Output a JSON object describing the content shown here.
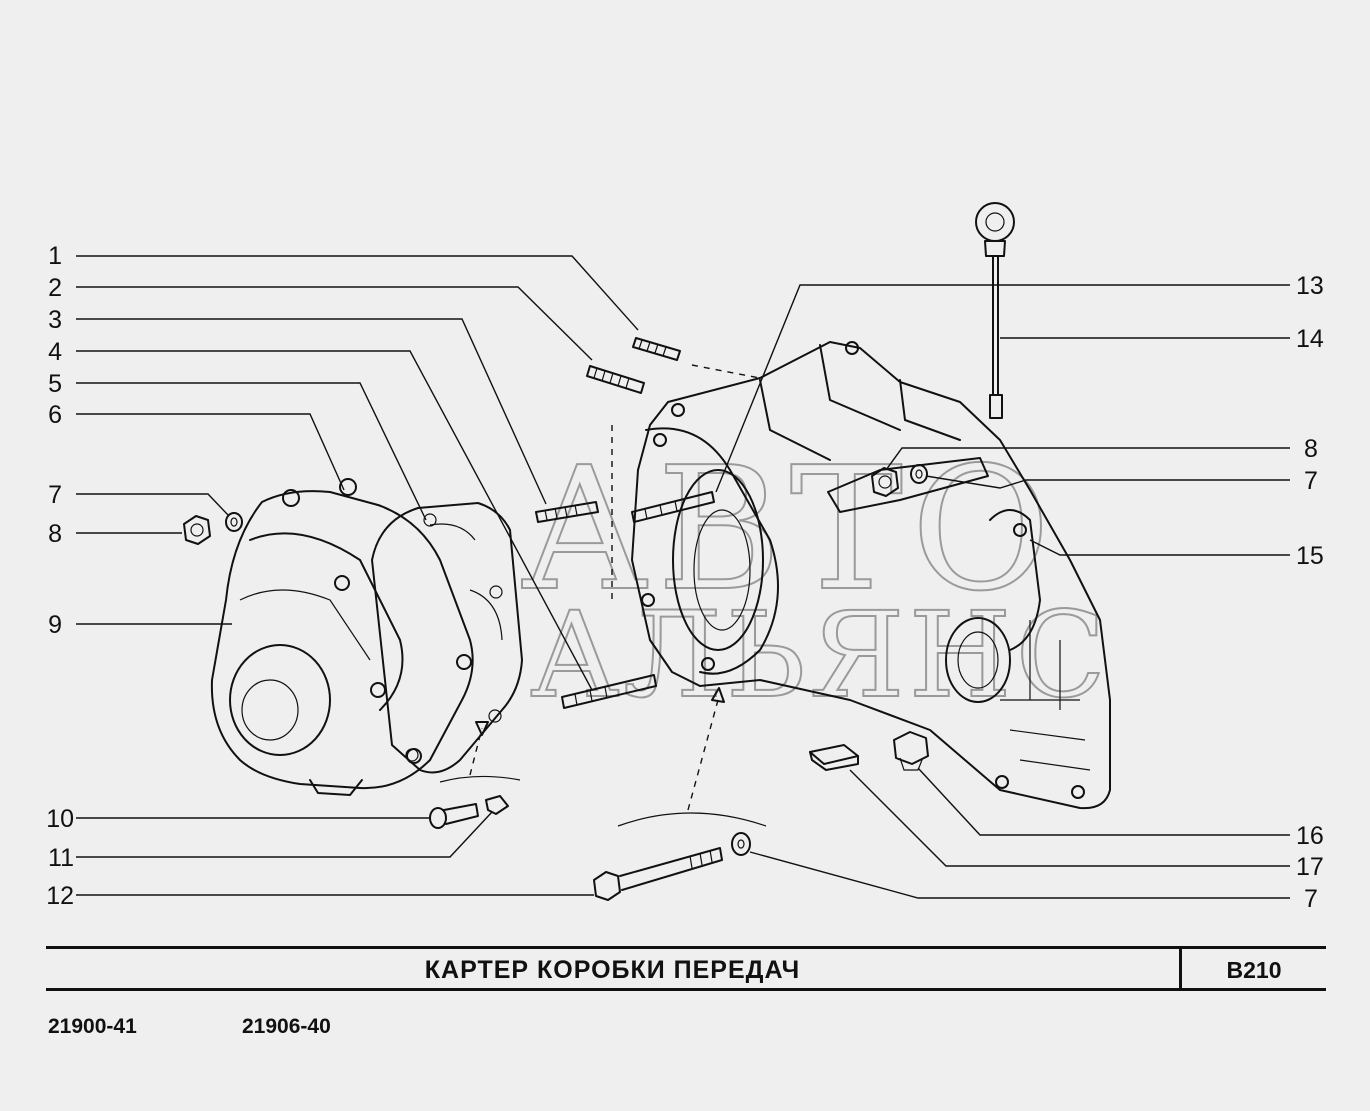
{
  "title": "КАРТЕР КОРОБКИ ПЕРЕДАЧ",
  "sheet_code": "B210",
  "models": [
    "21900-41",
    "21906-40"
  ],
  "watermark": {
    "line1": "АВТО",
    "line2": "АЛЬЯНС"
  },
  "callouts_left": [
    "1",
    "2",
    "3",
    "4",
    "5",
    "6",
    "7",
    "8",
    "9",
    "10",
    "11",
    "12"
  ],
  "callouts_right": [
    "13",
    "14",
    "8",
    "7",
    "15",
    "16",
    "17",
    "7"
  ],
  "colors": {
    "background": "#efefef",
    "ink": "#111111",
    "watermark": "#9a9a9a"
  }
}
